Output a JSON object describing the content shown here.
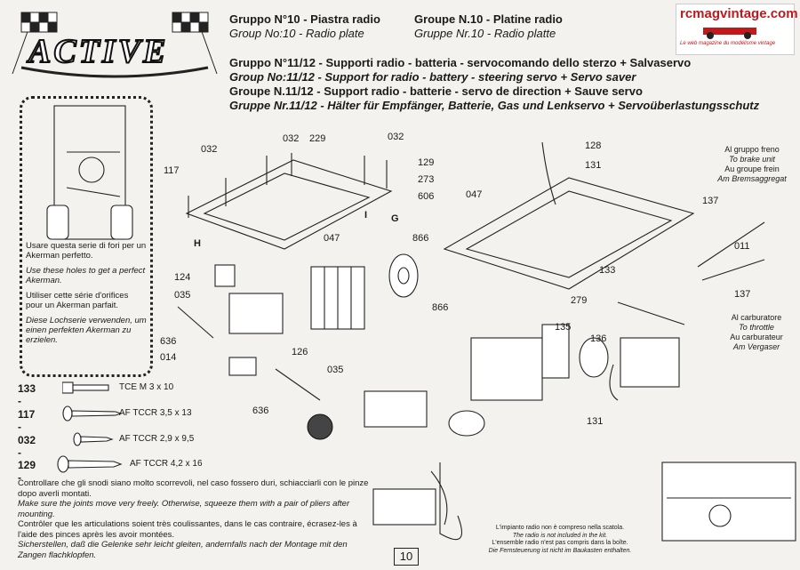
{
  "logo": {
    "text": "ACTIVE"
  },
  "badge": {
    "title": "rcmagvintage.com",
    "tagline": "Le web magazine du modélisme vintage"
  },
  "header": {
    "col1": [
      {
        "text": "Gruppo N°10 - Piastra radio",
        "style": "b"
      },
      {
        "text": "Group No:10 - Radio plate",
        "style": "bi"
      }
    ],
    "col2": [
      {
        "text": "Groupe N.10 - Platine radio",
        "style": "b"
      },
      {
        "text": "Gruppe Nr.10 - Radio platte",
        "style": "bi"
      }
    ],
    "group2": [
      "Gruppo N°11/12  - Supporti radio - batteria - servocomando dello sterzo + Salvaservo",
      "Group No:11/12  - Support for radio - battery - steering servo + Servo saver",
      "Groupe N.11/12  - Support radio - batterie - servo de direction + Sauve servo",
      "Gruppe Nr.11/12  - Hälter für Empfänger, Batterie, Gas und Lenkservo + Servoüberlastungsschutz"
    ]
  },
  "inset": {
    "it": "Usare questa serie di fori per un Akerman perfetto.",
    "en": "Use these holes to get a perfect Akerman.",
    "fr": "Utiliser cette série d'orifices pour un Akerman parfait.",
    "de": "Diese Lochserie verwenden, um einen perfekten Akerman zu erzielen."
  },
  "legend": [
    {
      "num": "133 -",
      "spec": "TCE M 3 x 10"
    },
    {
      "num": "117 -",
      "spec": "AF TCCR  3,5 x 13"
    },
    {
      "num": "032 -",
      "spec": "AF TCCR  2,9 x 9,5"
    },
    {
      "num": "129 -",
      "spec": "AF TCCR  4,2 x 16"
    }
  ],
  "callouts": {
    "c032a": "032",
    "c032b": "032",
    "c229": "229",
    "c032c": "032",
    "c129": "129",
    "c273": "273",
    "c606": "606",
    "c117": "117",
    "cH": "H",
    "cI": "I",
    "cG": "G",
    "c047a": "047",
    "c866a": "866",
    "c124": "124",
    "c035a": "035",
    "c636a": "636",
    "c014": "014",
    "c126": "126",
    "c035b": "035",
    "c636b": "636",
    "c128": "128",
    "c131a": "131",
    "c047b": "047",
    "c133": "133",
    "c279": "279",
    "c866b": "866",
    "c135": "135",
    "c136": "136",
    "c131b": "131",
    "c137a": "137",
    "c011": "011",
    "c137b": "137"
  },
  "brake": {
    "it": "Al gruppo freno",
    "en": "To brake unit",
    "fr": "Au groupe frein",
    "de": "Am Bremsaggregat"
  },
  "throttle": {
    "it": "Al carburatore",
    "en": "To throttle",
    "fr": "Au carburateur",
    "de": "Am Vergaser"
  },
  "note": {
    "it": "Controllare che gli snodi siano molto scorrevoli, nel caso fossero duri, schiacciarli con le pinze dopo averli montati.",
    "en": "Make sure the joints move very freely. Otherwise, squeeze them with a pair of pliers after mounting.",
    "fr": "Contrôler que les articulations soient très coulissantes, dans le cas contraire, écrasez-les à l'aide des pinces après les avoir montées.",
    "de": "Sicherstellen, daß die Gelenke sehr leicht gleiten, andernfalls nach der Montage mit den Zangen flachklopfen."
  },
  "radio_note": {
    "it": "L'impianto radio non è compreso nella scatola.",
    "en": "The radio is not included in the kit.",
    "fr": "L'ensemble radio n'est pas compris dans la boîte.",
    "de": "Die Fernsteuerung ist nicht im Baukasten enthalten."
  },
  "page_number": "10"
}
